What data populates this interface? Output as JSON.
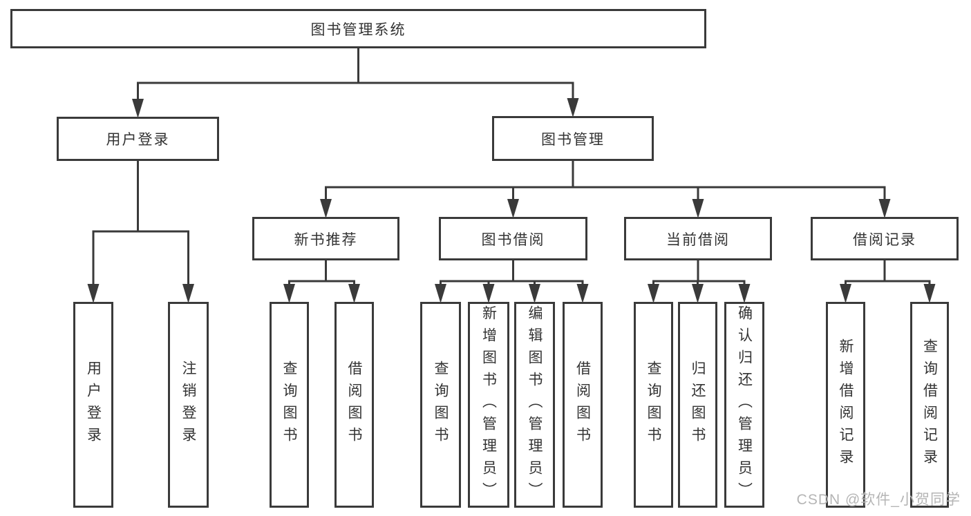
{
  "diagram": {
    "title": "图书管理系统",
    "type": "hierarchy-tree",
    "colors": {
      "line": "#3a3a3a",
      "box_border": "#3a3a3a",
      "box_background": "#ffffff",
      "text": "#333333",
      "watermark": "#b5b5b5",
      "background": "#ffffff"
    },
    "watermark": "CSDN @软件_小贺同学",
    "nodes": [
      {
        "id": "root",
        "label": "图书管理系统",
        "level": 1,
        "parent": null
      },
      {
        "id": "user-login",
        "label": "用户登录",
        "level": 2,
        "parent": "root"
      },
      {
        "id": "book-management",
        "label": "图书管理",
        "level": 2,
        "parent": "root"
      },
      {
        "id": "new-book-recommend",
        "label": "新书推荐",
        "level": 3,
        "parent": "book-management"
      },
      {
        "id": "book-borrowing",
        "label": "图书借阅",
        "level": 3,
        "parent": "book-management"
      },
      {
        "id": "current-borrowing",
        "label": "当前借阅",
        "level": 3,
        "parent": "book-management"
      },
      {
        "id": "borrowing-records",
        "label": "借阅记录",
        "level": 3,
        "parent": "book-management"
      },
      {
        "id": "leaf-user-login",
        "label": "用户登录",
        "level": 4,
        "parent": "user-login",
        "vertical": true
      },
      {
        "id": "leaf-logout",
        "label": "注销登录",
        "level": 4,
        "parent": "user-login",
        "vertical": true
      },
      {
        "id": "leaf-query-book-1",
        "label": "查询图书",
        "level": 4,
        "parent": "new-book-recommend",
        "vertical": true
      },
      {
        "id": "leaf-borrow-book-1",
        "label": "借阅图书",
        "level": 4,
        "parent": "new-book-recommend",
        "vertical": true
      },
      {
        "id": "leaf-query-book-2",
        "label": "查询图书",
        "level": 4,
        "parent": "book-borrowing",
        "vertical": true
      },
      {
        "id": "leaf-add-book",
        "label": "新增图书（管理员）",
        "level": 4,
        "parent": "book-borrowing",
        "vertical": true
      },
      {
        "id": "leaf-edit-book",
        "label": "编辑图书（管理员）",
        "level": 4,
        "parent": "book-borrowing",
        "vertical": true
      },
      {
        "id": "leaf-borrow-book-2",
        "label": "借阅图书",
        "level": 4,
        "parent": "book-borrowing",
        "vertical": true
      },
      {
        "id": "leaf-query-book-3",
        "label": "查询图书",
        "level": 4,
        "parent": "current-borrowing",
        "vertical": true
      },
      {
        "id": "leaf-return-book",
        "label": "归还图书",
        "level": 4,
        "parent": "current-borrowing",
        "vertical": true
      },
      {
        "id": "leaf-confirm-return",
        "label": "确认归还（管理员）",
        "level": 4,
        "parent": "current-borrowing",
        "vertical": true
      },
      {
        "id": "leaf-add-borrow-record",
        "label": "新增借阅记录",
        "level": 4,
        "parent": "borrowing-records",
        "vertical": true
      },
      {
        "id": "leaf-query-borrow-record",
        "label": "查询借阅记录",
        "level": 4,
        "parent": "borrowing-records",
        "vertical": true
      }
    ]
  }
}
